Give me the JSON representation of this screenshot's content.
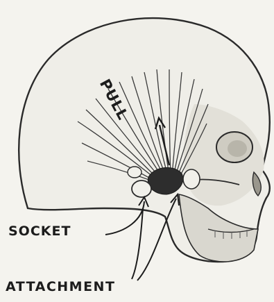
{
  "labels": {
    "pull": "PULL",
    "socket": "SOCKET",
    "attachment": "ATTACHMENT"
  },
  "colors": {
    "paper": "#f4f3ee",
    "ink": "#1c1c1c",
    "muscle_shade": "#3a3a3a"
  }
}
